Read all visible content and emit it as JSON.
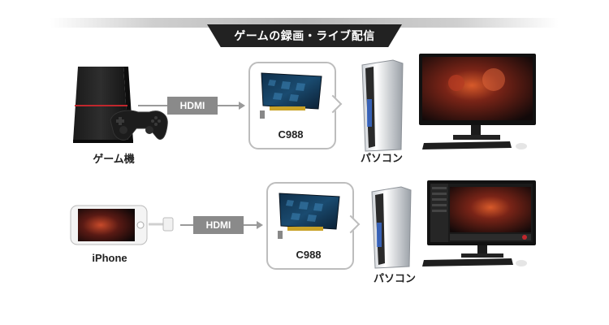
{
  "header": {
    "title": "ゲームの録画・ライブ配信"
  },
  "rows": [
    {
      "source_label": "ゲーム機",
      "connection_label": "HDMI",
      "device_label": "C988",
      "target_label": "パソコン"
    },
    {
      "source_label": "iPhone",
      "connection_label": "HDMI",
      "device_label": "C988",
      "target_label": "パソコン"
    }
  ],
  "colors": {
    "header_bg": "#222222",
    "hdmi_box": "#8a8a8a",
    "callout_border": "#bdbdbd",
    "console_accent": "#c0272d"
  }
}
